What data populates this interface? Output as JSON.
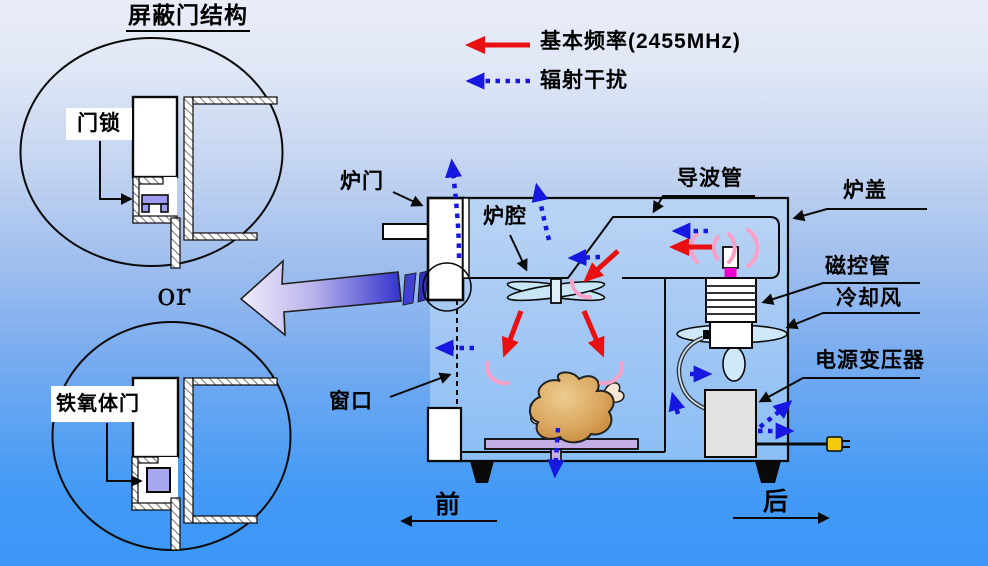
{
  "slide": {
    "title": "屏蔽门结构",
    "or": "or"
  },
  "detail_labels": {
    "door_lock": "门锁",
    "ferrite_door": "铁氧体门"
  },
  "legend": {
    "fundamental": {
      "label": "基本频率(2455MHz)",
      "style": "solid-arrow-left",
      "color": "#e81010"
    },
    "interference": {
      "label": "辐射干扰",
      "style": "dotted-arrow-left",
      "color": "#1717e0"
    }
  },
  "part_labels": {
    "door": "炉门",
    "cavity": "炉腔",
    "waveguide": "导波管",
    "cover": "炉盖",
    "magnetron": "磁控管",
    "cooling_air": "冷却风",
    "transformer": "电源变压器",
    "window": "窗口",
    "front": "前",
    "back": "后"
  },
  "colors": {
    "fundamental_arrow": "#e81010",
    "interference_arrow": "#1717e0",
    "microwave_splash": "#f9a0c8",
    "magnetron_antenna_tip": "#f000d0",
    "tray": "#c3aee6",
    "lock_part": "#9b9bf0",
    "ferrite_part": "#a8a8ee",
    "plug": "#f2cc0c",
    "food": "#d89a4a",
    "zoom_arrow_dark": "#3434cc",
    "zoom_arrow_light": "#efeafc"
  }
}
